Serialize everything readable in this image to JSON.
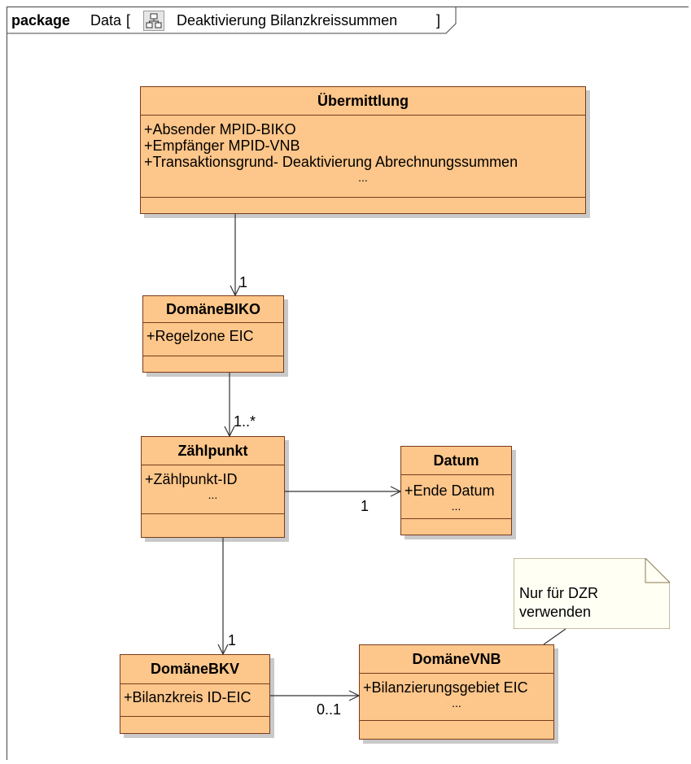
{
  "header": {
    "keyword": "package",
    "package_name": "Data",
    "bracket_open": "[",
    "diagram_icon": "class-diagram-icon",
    "title": "Deaktivierung Bilanzkreissummen",
    "bracket_close": "]"
  },
  "classes": {
    "uebermittlung": {
      "name": "Übermittlung",
      "attributes": [
        "+Absender MPID-BIKO",
        "+Empfänger MPID-VNB",
        "+Transaktionsgrund- Deaktivierung Abrechnungssummen"
      ],
      "ellipsis": "..."
    },
    "domaene_biko": {
      "name": "DomäneBIKO",
      "attributes": [
        "+Regelzone EIC"
      ]
    },
    "zaehlpunkt": {
      "name": "Zählpunkt",
      "attributes": [
        "+Zählpunkt-ID"
      ],
      "ellipsis": "..."
    },
    "datum": {
      "name": "Datum",
      "attributes": [
        "+Ende Datum"
      ],
      "ellipsis": "..."
    },
    "domaene_bkv": {
      "name": "DomäneBKV",
      "attributes": [
        "+Bilanzkreis ID-EIC"
      ]
    },
    "domaene_vnb": {
      "name": "DomäneVNB",
      "attributes": [
        "+Bilanzierungsgebiet EIC"
      ],
      "ellipsis": "..."
    }
  },
  "note": {
    "lines": [
      "Nur für DZR",
      "verwenden"
    ]
  },
  "associations": [
    {
      "from": "uebermittlung",
      "to": "domaene_biko",
      "multiplicity": "1"
    },
    {
      "from": "domaene_biko",
      "to": "zaehlpunkt",
      "multiplicity": "1..*"
    },
    {
      "from": "zaehlpunkt",
      "to": "datum",
      "multiplicity": "1"
    },
    {
      "from": "zaehlpunkt",
      "to": "domaene_bkv",
      "multiplicity": "1"
    },
    {
      "from": "domaene_bkv",
      "to": "domaene_vnb",
      "multiplicity": "0..1"
    }
  ],
  "colors": {
    "class_fill": "#fdc68a",
    "class_border": "#7a3b1a",
    "note_fill": "#fffff4",
    "note_border": "#8a7a50",
    "line": "#333333"
  }
}
